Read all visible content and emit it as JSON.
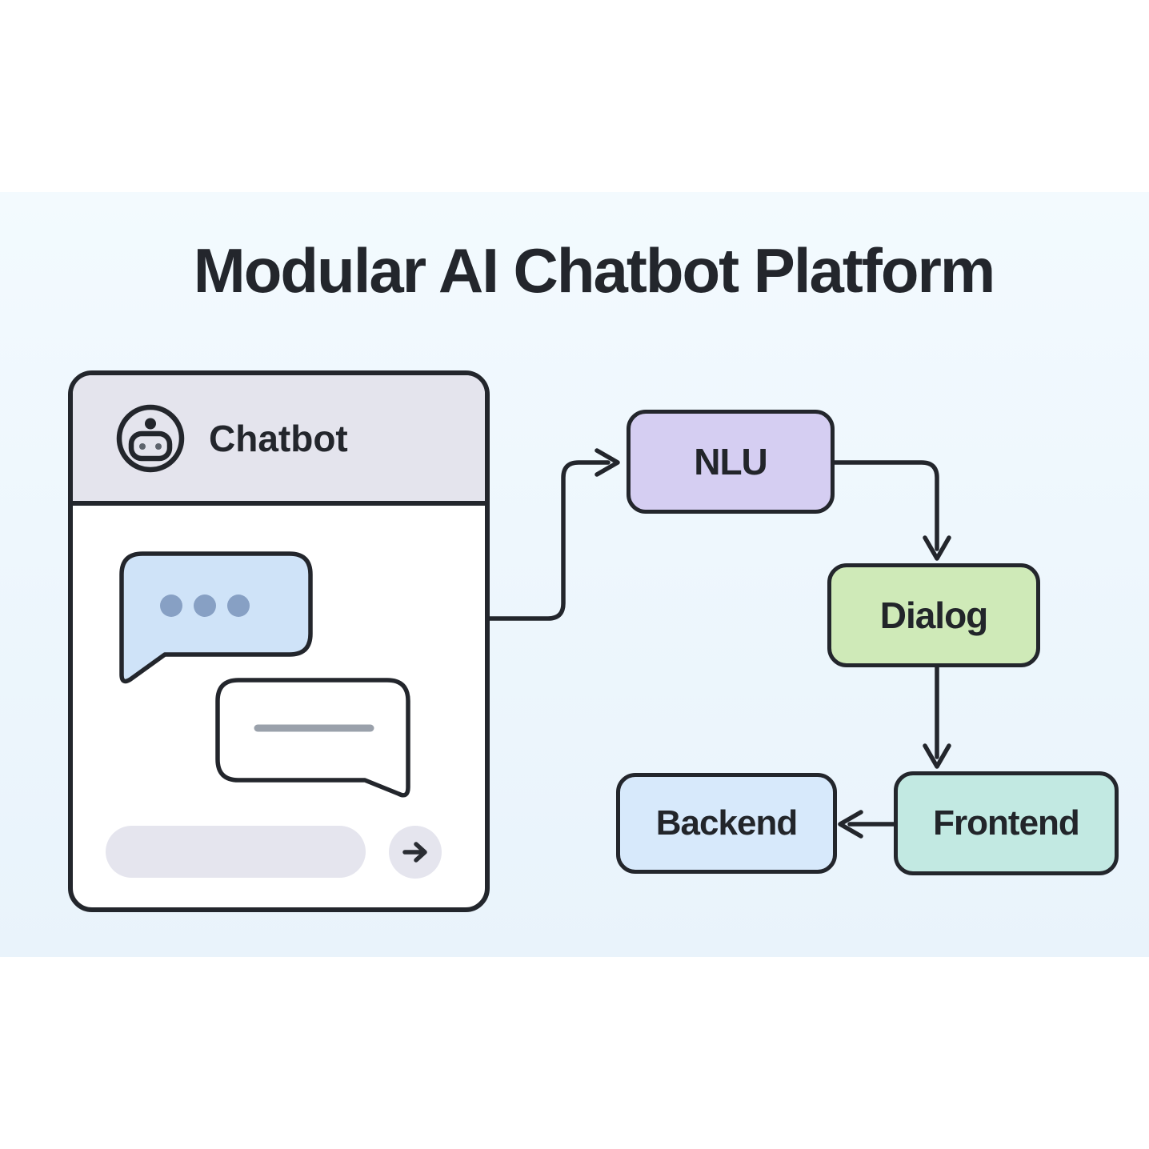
{
  "title": "Modular AI Chatbot Platform",
  "chatbot_window": {
    "header": {
      "icon": "robot-icon",
      "label": "Chatbot"
    },
    "bubbles": [
      {
        "type": "incoming",
        "content": "typing-dots",
        "dot_count": 3
      },
      {
        "type": "outgoing",
        "content": "text-line-placeholder"
      }
    ],
    "input": {
      "value": "",
      "placeholder": "",
      "send_icon": "arrow-right-icon"
    }
  },
  "flow": {
    "nodes": [
      {
        "id": "nlu",
        "label": "NLU",
        "color": "#d5cef2"
      },
      {
        "id": "dialog",
        "label": "Dialog",
        "color": "#cfeab8"
      },
      {
        "id": "frontend",
        "label": "Frontend",
        "color": "#c2e9e2"
      },
      {
        "id": "backend",
        "label": "Backend",
        "color": "#d7e9fb"
      }
    ],
    "edges": [
      {
        "from": "chatbot",
        "to": "nlu"
      },
      {
        "from": "nlu",
        "to": "dialog"
      },
      {
        "from": "dialog",
        "to": "frontend"
      },
      {
        "from": "frontend",
        "to": "backend"
      }
    ]
  },
  "colors": {
    "ink": "#23262c",
    "background_band": "#edf6fc",
    "header_fill": "#e4e4ed",
    "incoming_bubble": "#cfe3f8",
    "bubble_dots": "#87a0c4",
    "text_line": "#9aa1ab",
    "input_fill": "#e5e5ee"
  }
}
